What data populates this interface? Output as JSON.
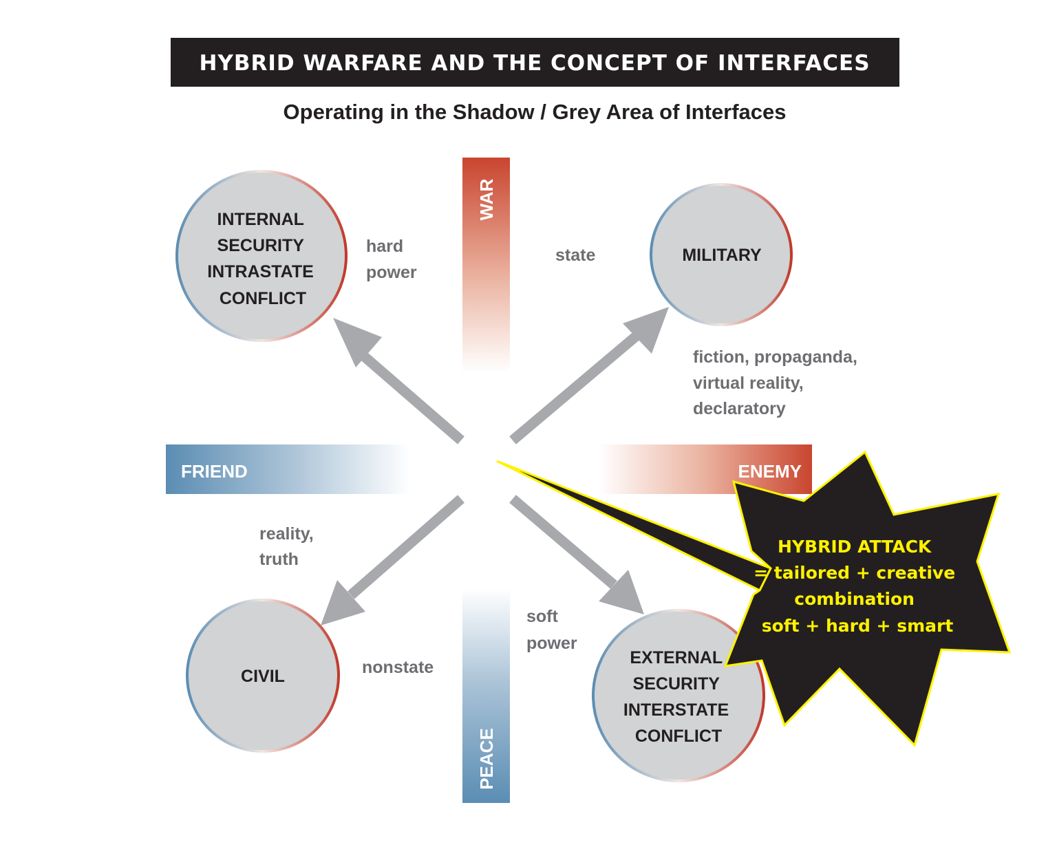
{
  "title": "HYBRID WARFARE AND THE CONCEPT OF INTERFACES",
  "subtitle": "Operating in the Shadow / Grey Area of Interfaces",
  "axes": {
    "top": "WAR",
    "bottom": "PEACE",
    "left": "FRIEND",
    "right": "ENEMY"
  },
  "circles": {
    "internal": [
      "INTERNAL",
      "SECURITY",
      "INTRASTATE",
      "CONFLICT"
    ],
    "military": [
      "MILITARY"
    ],
    "civil": [
      "CIVIL"
    ],
    "external": [
      "EXTERNAL",
      "SECURITY",
      "INTERSTATE",
      "CONFLICT"
    ]
  },
  "labels": {
    "hard_power": [
      "hard",
      "power"
    ],
    "state": [
      "state"
    ],
    "fiction": [
      "fiction, propaganda,",
      "virtual reality,",
      "declaratory"
    ],
    "reality": [
      "reality,",
      "truth"
    ],
    "nonstate": [
      "nonstate"
    ],
    "soft_power": [
      "soft",
      "power"
    ]
  },
  "hybrid_attack": {
    "heading": "HYBRID ATTACK",
    "lines": [
      "= tailored + creative",
      "combination",
      "soft + hard + smart"
    ]
  },
  "colors": {
    "red": "#c0392b",
    "blue": "#5b8db3",
    "grey_arrow": "#a7a9ac",
    "circle_fill": "#d1d3d4",
    "burst_fill": "#231f20",
    "burst_text": "#fff200"
  }
}
